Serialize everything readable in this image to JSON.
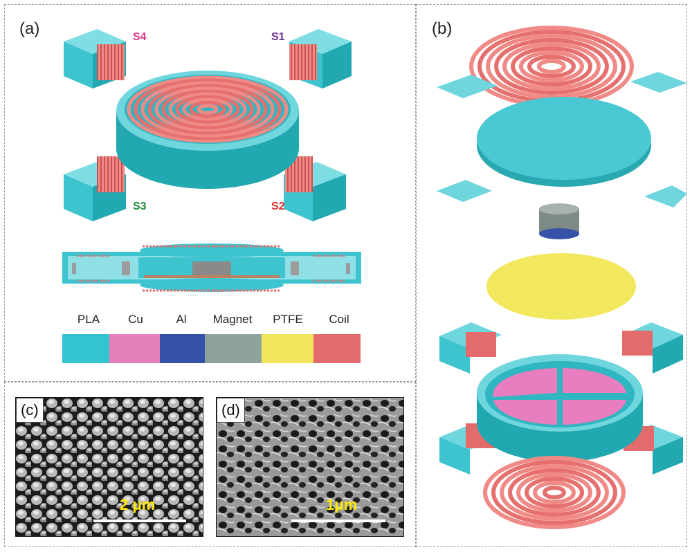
{
  "panels": {
    "a": {
      "label": "(a)"
    },
    "b": {
      "label": "(b)"
    },
    "c": {
      "label": "(c)",
      "scale_bar": "2 μm"
    },
    "d": {
      "label": "(d)",
      "scale_bar": "1μm"
    }
  },
  "sensors": [
    {
      "label": "S4",
      "color": "#e0388c"
    },
    {
      "label": "S1",
      "color": "#6a2f9a"
    },
    {
      "label": "S3",
      "color": "#1f8a3a"
    },
    {
      "label": "S2",
      "color": "#e02a2a"
    }
  ],
  "legend": [
    {
      "name": "PLA",
      "color": "#33c4cf"
    },
    {
      "name": "Cu",
      "color": "#e680bb"
    },
    {
      "name": "Al",
      "color": "#3552a8"
    },
    {
      "name": "Magnet",
      "color": "#8fa39c"
    },
    {
      "name": "PTFE",
      "color": "#f0e65a"
    },
    {
      "name": "Coil",
      "color": "#e46b6b"
    }
  ],
  "colors": {
    "pla": "#49c9d3",
    "pla_dark": "#2aa8b2",
    "coil": "#f08a87",
    "coil_dark": "#d9605e",
    "ptfe": "#f2e85e",
    "copper": "#e87dbf",
    "magnet": "#7d8a86"
  }
}
